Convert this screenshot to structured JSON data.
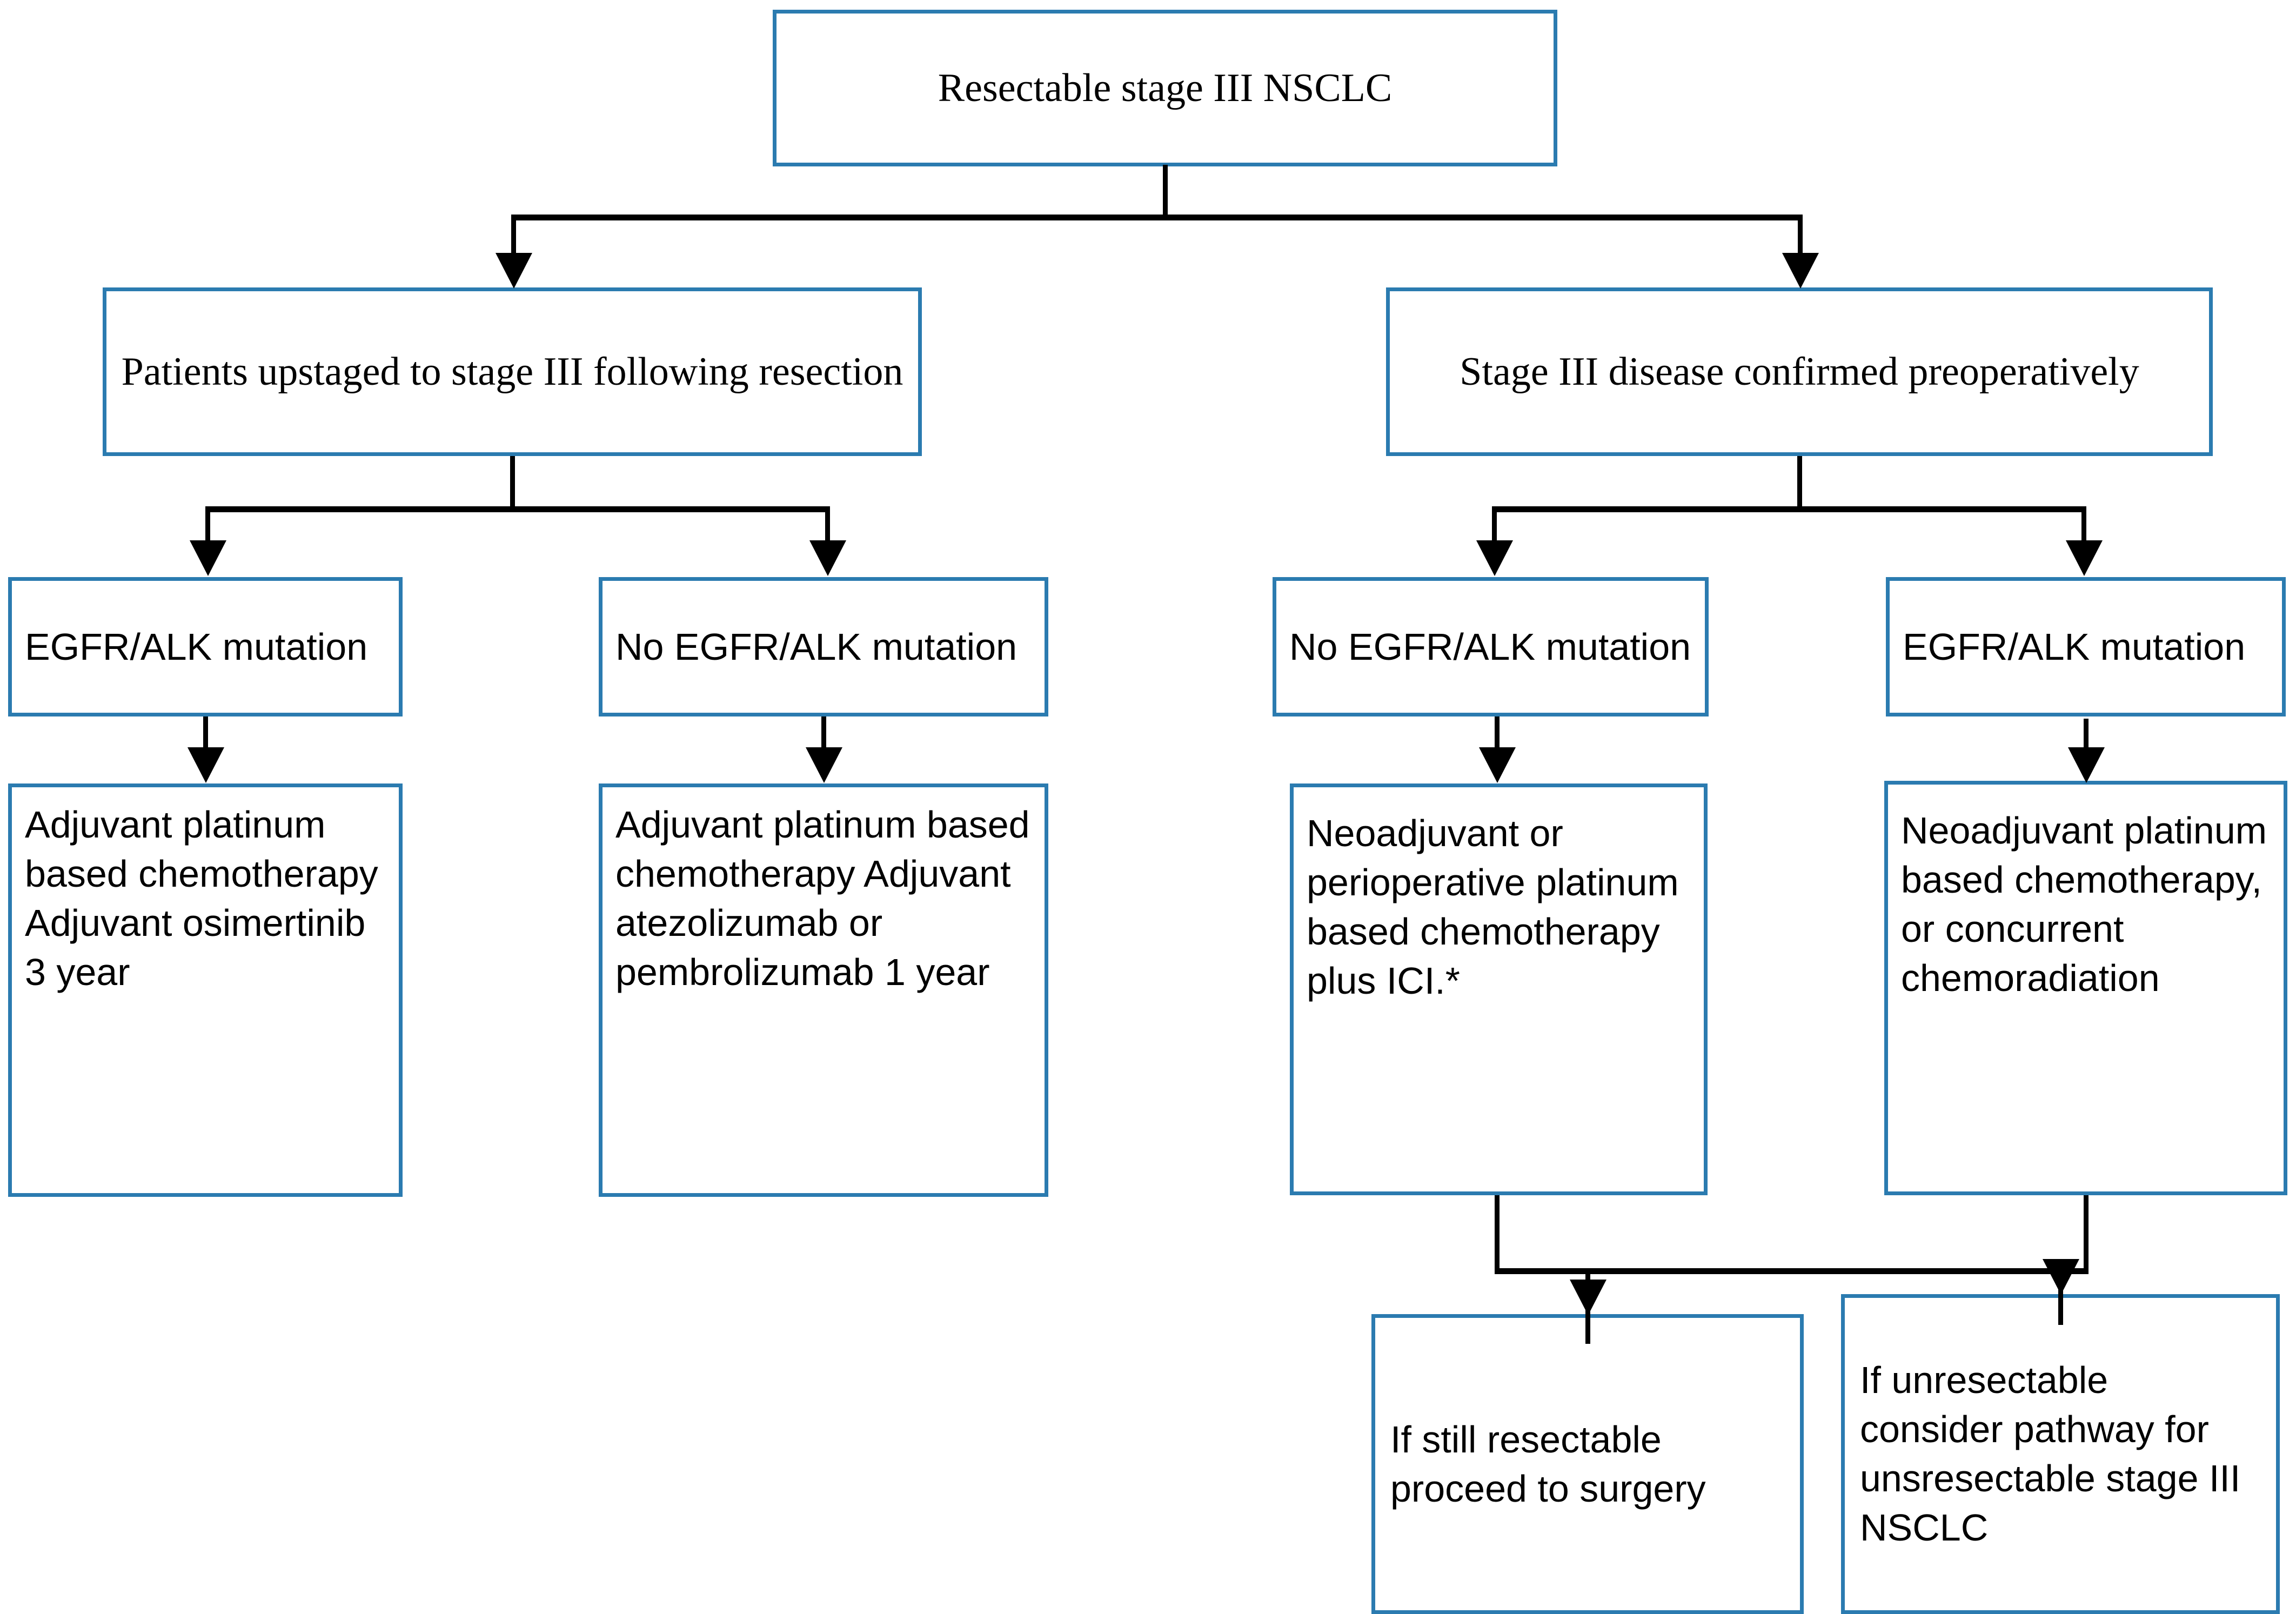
{
  "diagram": {
    "title": "Resectable stage III NSCLC treatment pathway",
    "accent_color": "#2b7bb0",
    "connector_color": "#000000",
    "background_color": "#ffffff",
    "nodes": {
      "root": "Resectable stage III NSCLC",
      "upstaged": "Patients upstaged to stage III following resection",
      "confirmed": "Stage III disease confirmed preoperatively",
      "egfr_left": "EGFR/ALK mutation",
      "no_egfr_left": "No EGFR/ALK mutation",
      "no_egfr_right": "No EGFR/ALK mutation",
      "egfr_right": "EGFR/ALK mutation",
      "adjuvant_egfr": "Adjuvant platinum based chemotherapy Adjuvant osimertinib 3 year",
      "adjuvant_no_egfr": "Adjuvant platinum based chemotherapy Adjuvant atezolizumab or pembrolizumab 1 year",
      "neoadjuvant_no_egfr": "Neoadjuvant or perioperative platinum based chemotherapy plus ICI.*",
      "neoadjuvant_egfr": "Neoadjuvant platinum based chemotherapy, or concurrent chemoradiation",
      "still_resectable": "If still resectable proceed to surgery",
      "unresectable": "If unresectable consider pathway for unsresectable stage III NSCLC"
    },
    "edges": [
      {
        "from": "root",
        "to": "upstaged"
      },
      {
        "from": "root",
        "to": "confirmed"
      },
      {
        "from": "upstaged",
        "to": "egfr_left"
      },
      {
        "from": "upstaged",
        "to": "no_egfr_left"
      },
      {
        "from": "confirmed",
        "to": "no_egfr_right"
      },
      {
        "from": "confirmed",
        "to": "egfr_right"
      },
      {
        "from": "egfr_left",
        "to": "adjuvant_egfr"
      },
      {
        "from": "no_egfr_left",
        "to": "adjuvant_no_egfr"
      },
      {
        "from": "no_egfr_right",
        "to": "neoadjuvant_no_egfr"
      },
      {
        "from": "egfr_right",
        "to": "neoadjuvant_egfr"
      },
      {
        "from": "neoadjuvant_no_egfr",
        "to": "still_resectable"
      },
      {
        "from": "neoadjuvant_egfr",
        "to": "unresectable"
      }
    ]
  }
}
